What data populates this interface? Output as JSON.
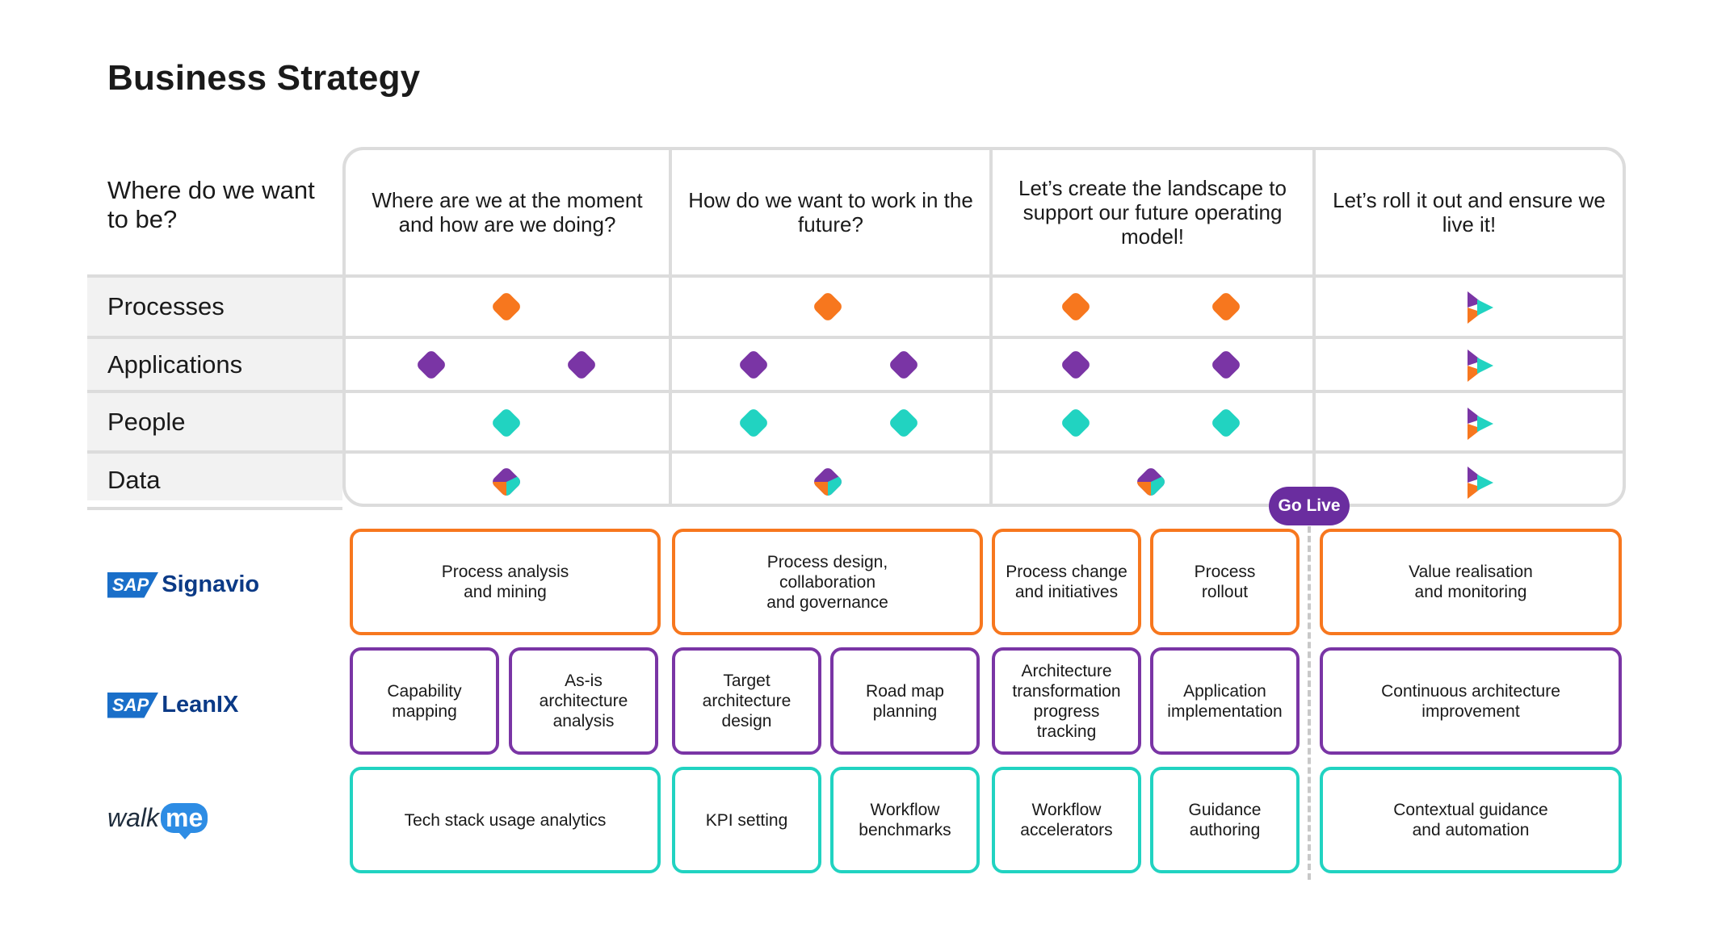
{
  "title": "Business Strategy",
  "matrix": {
    "question": "Where do we want to be?",
    "columns": [
      "Where are we at the moment and how are we doing?",
      "How do we want to work in the future?",
      "Let’s create the landscape to support our future operating model!",
      "Let’s roll it out and ensure we live it!"
    ],
    "rows": [
      "Processes",
      "Applications",
      "People",
      "Data"
    ]
  },
  "go_live": "Go Live",
  "tools": {
    "signavio": {
      "sap": "SAP",
      "name": "Signavio",
      "boxes": [
        "Process analysis\nand mining",
        "Process design,\ncollaboration\nand governance",
        "Process change\nand initiatives",
        "Process\nrollout",
        "Value realisation\nand monitoring"
      ]
    },
    "leanix": {
      "sap": "SAP",
      "name": "LeanIX",
      "boxes": [
        "Capability\nmapping",
        "As-is\narchitecture\nanalysis",
        "Target\narchitecture\ndesign",
        "Road map\nplanning",
        "Architecture\ntransformation\nprogress\ntracking",
        "Application\nimplementation",
        "Continuous architecture\nimprovement"
      ]
    },
    "walkme": {
      "walk": "walk",
      "me": "me",
      "boxes": [
        "Tech stack usage analytics",
        "KPI setting",
        "Workflow\nbenchmarks",
        "Workflow\naccelerators",
        "Guidance\nauthoring",
        "Contextual guidance\nand automation"
      ]
    }
  },
  "colors": {
    "orange": "#f7771e",
    "purple": "#7a35a5",
    "teal": "#21d3c1",
    "go_live": "#6a2d9f",
    "sap_blue": "#1a6fc9"
  },
  "icons": {
    "processes": "orange-diamond-icon",
    "applications": "purple-diamond-icon",
    "people": "teal-diamond-icon",
    "data": "multicolor-diamond-icon",
    "rollout": "multicolor-play-icon"
  }
}
